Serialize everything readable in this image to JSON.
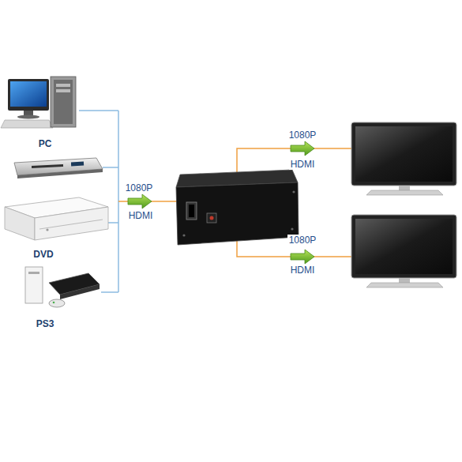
{
  "diagram": {
    "nodes": [
      {
        "text": [
          "PC"
        ]
      },
      {
        "text": [
          "DVD"
        ]
      },
      {
        "text": [
          "PS3"
        ]
      }
    ],
    "labels": [
      "1080P",
      "HDMI",
      "1080P",
      "HDMI",
      "1080P",
      "HDMI"
    ]
  }
}
